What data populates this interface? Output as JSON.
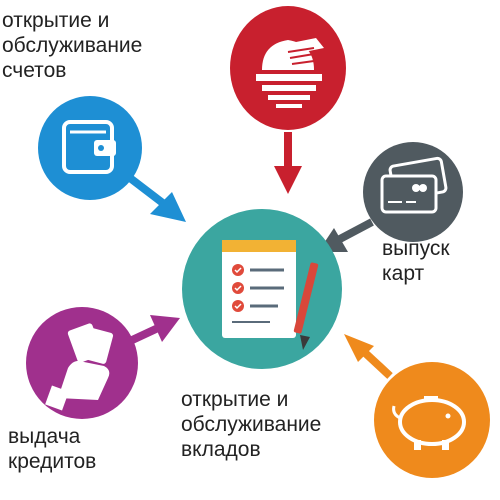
{
  "labels": {
    "accounts": "открытие и\nобслуживание\nсчетов",
    "cards": "выпуск\nкарт",
    "credits": "выдача\nкредитов",
    "deposits": "открытие и\nобслуживание\nвкладов"
  },
  "icons": {
    "center": "checklist-icon",
    "top": "money-bag-icon",
    "left_top": "wallet-icon",
    "right": "credit-card-icon",
    "left_bottom": "hand-money-icon",
    "bottom_right": "piggy-bank-icon"
  },
  "colors": {
    "center_circle": "#3ba6a0",
    "top_circle": "#c8202e",
    "wallet_circle": "#1e8fd4",
    "card_circle": "#505a60",
    "credit_circle": "#a0308d",
    "piggy_circle": "#ef8a1c"
  }
}
